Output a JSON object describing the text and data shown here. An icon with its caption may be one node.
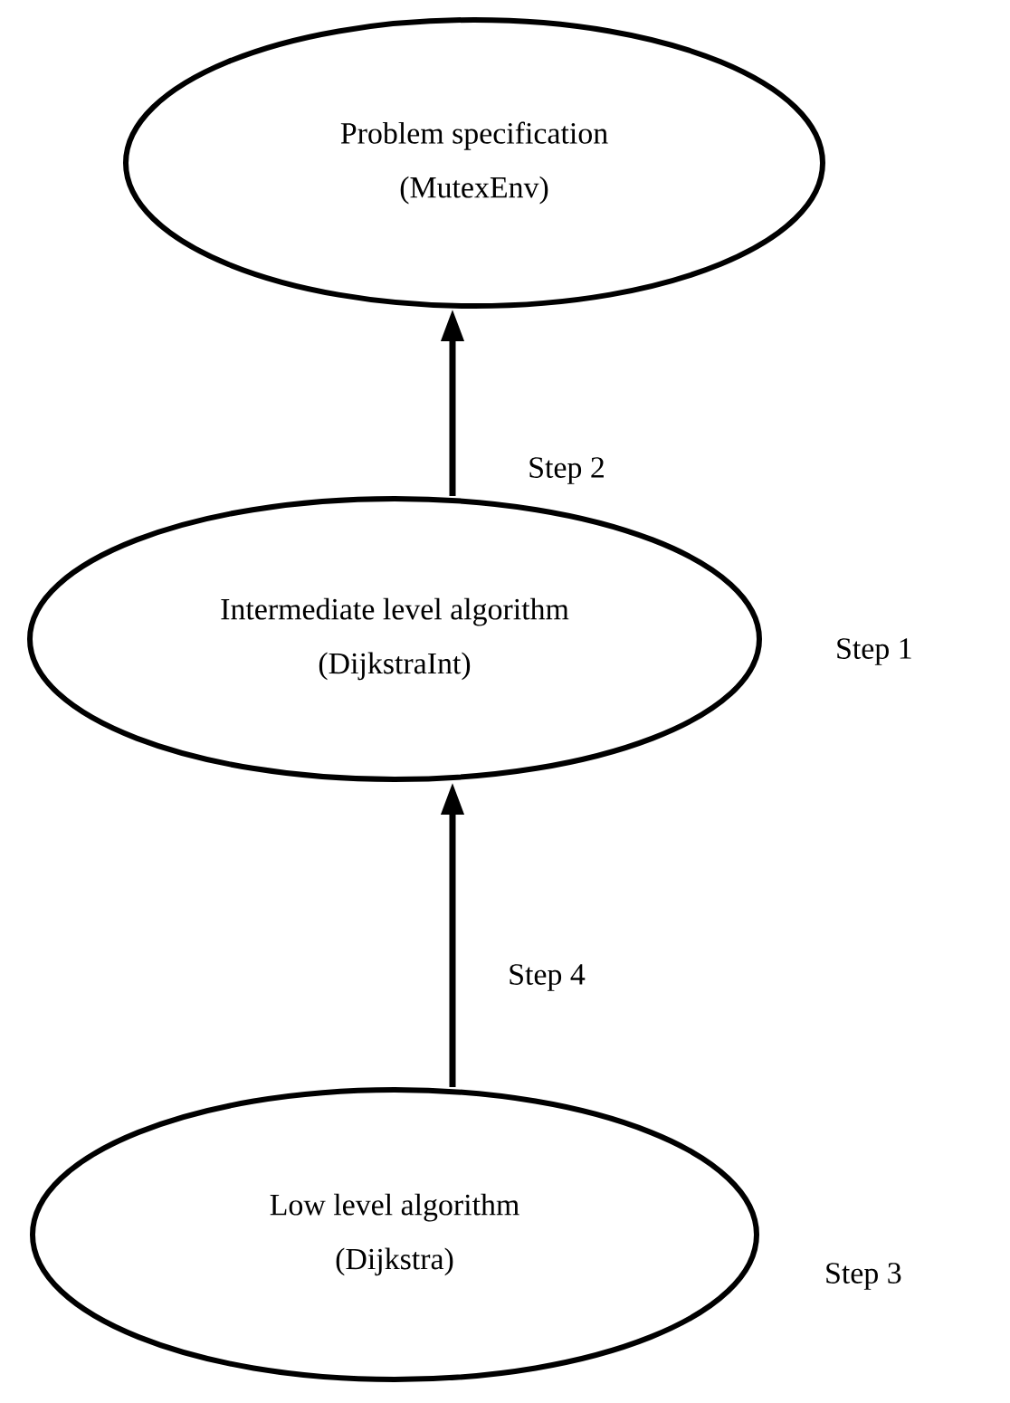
{
  "diagram": {
    "nodes": [
      {
        "text": [
          "Problem   specification",
          "(MutexEnv)"
        ]
      },
      {
        "text": [
          "Intermediate level algorithm",
          "(DijkstraInt)"
        ],
        "beside": [
          "Step 1"
        ]
      },
      {
        "text": [
          "Low level algorithm",
          "(Dijkstra)"
        ],
        "beside": [
          "Step 3"
        ]
      }
    ],
    "edges": [
      {
        "from": 1,
        "to": 0,
        "arrow": "to",
        "label": "Step 2"
      },
      {
        "from": 2,
        "to": 1,
        "arrow": "to",
        "label": "Step 4"
      }
    ]
  }
}
